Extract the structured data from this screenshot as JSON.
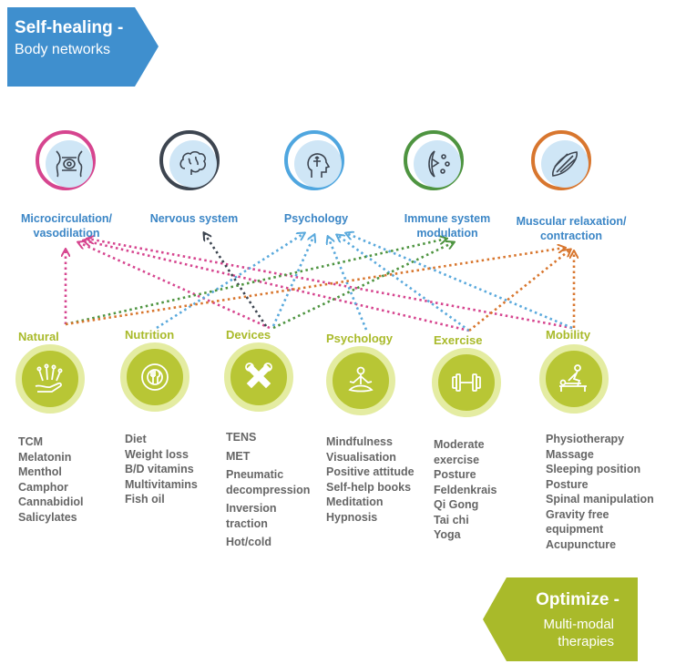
{
  "banner_top": {
    "title": "Self-healing",
    "dash": " -",
    "subtitle": "Body networks"
  },
  "banner_bottom": {
    "title": "Optimize",
    "dash": " -",
    "line1": "Multi-modal",
    "line2": "therapies"
  },
  "networks": [
    {
      "line1": "Microcirculation/",
      "line2": "vasodilation",
      "ring_color": "#d6458f",
      "icon": "capillary-icon"
    },
    {
      "line1": "Nervous system",
      "line2": "",
      "ring_color": "#3d4550",
      "icon": "brain-icon"
    },
    {
      "line1": "Psychology",
      "line2": "",
      "ring_color": "#4fa6df",
      "icon": "head-arrows-icon"
    },
    {
      "line1": "Immune system",
      "line2": "modulation",
      "ring_color": "#4e9440",
      "icon": "immune-cell-icon"
    },
    {
      "line1": "Muscular relaxation/",
      "line2": "contraction",
      "ring_color": "#d8762e",
      "icon": "muscle-icon"
    }
  ],
  "categories": [
    {
      "title": "Natural",
      "icon": "herbs-hand-icon",
      "items": [
        "TCM",
        "Melatonin",
        "Menthol",
        "Camphor",
        "Cannabidiol",
        "Salicylates"
      ]
    },
    {
      "title": "Nutrition",
      "icon": "plate-cutlery-icon",
      "items": [
        "Diet",
        "Weight loss",
        "B/D vitamins",
        "Multivitamins",
        "Fish oil"
      ]
    },
    {
      "title": "Devices",
      "icon": "tools-icon",
      "items": [
        "TENS",
        "MET",
        "Pneumatic",
        "decompression",
        "Inversion",
        "traction",
        "Hot/cold"
      ]
    },
    {
      "title": "Psychology",
      "icon": "meditation-icon",
      "items": [
        "Mindfulness",
        "Visualisation",
        "Positive attitude",
        "Self-help books",
        "Meditation",
        "Hypnosis"
      ]
    },
    {
      "title": "Exercise",
      "icon": "dumbbell-icon",
      "items": [
        "Moderate",
        "exercise",
        "Posture",
        "Feldenkrais",
        "Qi Gong",
        "Tai chi",
        "Yoga"
      ]
    },
    {
      "title": "Mobility",
      "icon": "massage-icon",
      "items": [
        "Physiotherapy",
        "Massage",
        "Sleeping position",
        "Posture",
        "Spinal manipulation",
        "Gravity free",
        "equipment",
        "Acupuncture"
      ]
    }
  ],
  "colors": {
    "banner_blue": "#3f8fce",
    "banner_green": "#a9ba2a",
    "label_blue": "#3b86c6",
    "therapy_green": "#b8c635",
    "item_gray": "#666666",
    "arrow_pink": "#d6458f",
    "arrow_dark": "#3d4550",
    "arrow_blue": "#5aa9dc",
    "arrow_green": "#4e9440",
    "arrow_orange": "#d8762e"
  },
  "connections": [
    {
      "from": "Natural",
      "to": "Microcirculation/vasodilation",
      "color": "pink"
    },
    {
      "from": "Natural",
      "to": "Immune system modulation",
      "color": "green"
    },
    {
      "from": "Natural",
      "to": "Muscular relaxation/contraction",
      "color": "orange"
    },
    {
      "from": "Nutrition",
      "to": "Psychology",
      "color": "blue"
    },
    {
      "from": "Devices",
      "to": "Microcirculation/vasodilation",
      "color": "pink"
    },
    {
      "from": "Devices",
      "to": "Nervous system",
      "color": "dark"
    },
    {
      "from": "Devices",
      "to": "Psychology",
      "color": "blue"
    },
    {
      "from": "Devices",
      "to": "Immune system modulation",
      "color": "green"
    },
    {
      "from": "Psychology",
      "to": "Psychology",
      "color": "blue"
    },
    {
      "from": "Exercise",
      "to": "Microcirculation/vasodilation",
      "color": "pink"
    },
    {
      "from": "Exercise",
      "to": "Psychology",
      "color": "blue"
    },
    {
      "from": "Exercise",
      "to": "Muscular relaxation/contraction",
      "color": "orange"
    },
    {
      "from": "Mobility",
      "to": "Microcirculation/vasodilation",
      "color": "pink"
    },
    {
      "from": "Mobility",
      "to": "Psychology",
      "color": "blue"
    },
    {
      "from": "Mobility",
      "to": "Muscular relaxation/contraction",
      "color": "orange"
    }
  ]
}
